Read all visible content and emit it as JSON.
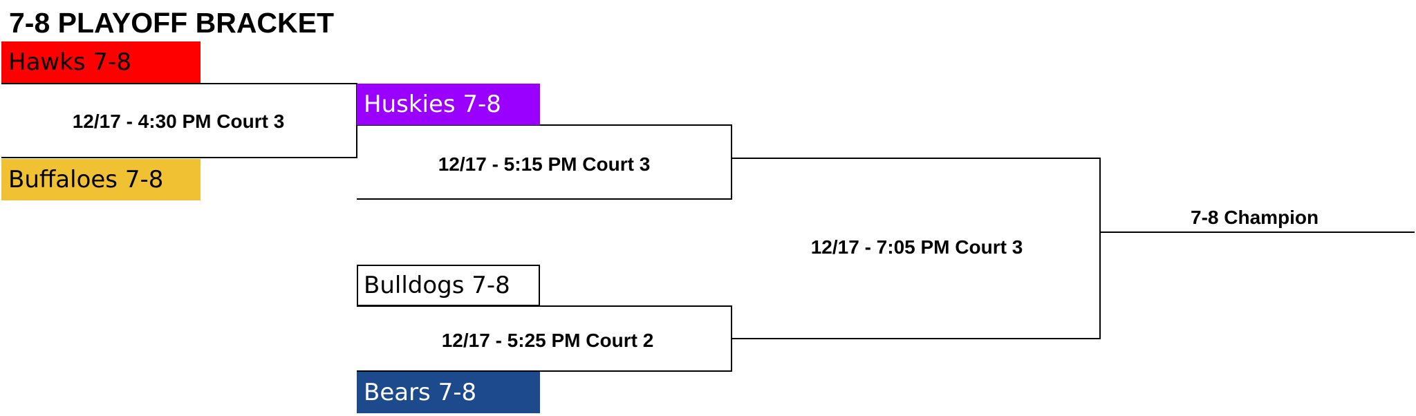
{
  "title": "7-8 PLAYOFF BRACKET",
  "teams": {
    "hawks": {
      "label": "Hawks 7-8",
      "color": "#ff0000",
      "text_color": "#000000"
    },
    "buffaloes": {
      "label": "Buffaloes 7-8",
      "color": "#f0c132",
      "text_color": "#000000"
    },
    "huskies": {
      "label": "Huskies 7-8",
      "color": "#9a00ff",
      "text_color": "#ffffff"
    },
    "bulldogs": {
      "label": "Bulldogs 7-8",
      "color": "#ffffff",
      "text_color": "#000000"
    },
    "bears": {
      "label": "Bears 7-8",
      "color": "#1d4a8d",
      "text_color": "#ffffff"
    }
  },
  "games": {
    "game1": "12/17 - 4:30 PM Court 3",
    "game2": "12/17 - 5:15 PM Court 3",
    "game3": "12/17 - 5:25 PM Court 2",
    "final": "12/17 - 7:05 PM Court 3"
  },
  "champion_label": "7-8 Champion"
}
